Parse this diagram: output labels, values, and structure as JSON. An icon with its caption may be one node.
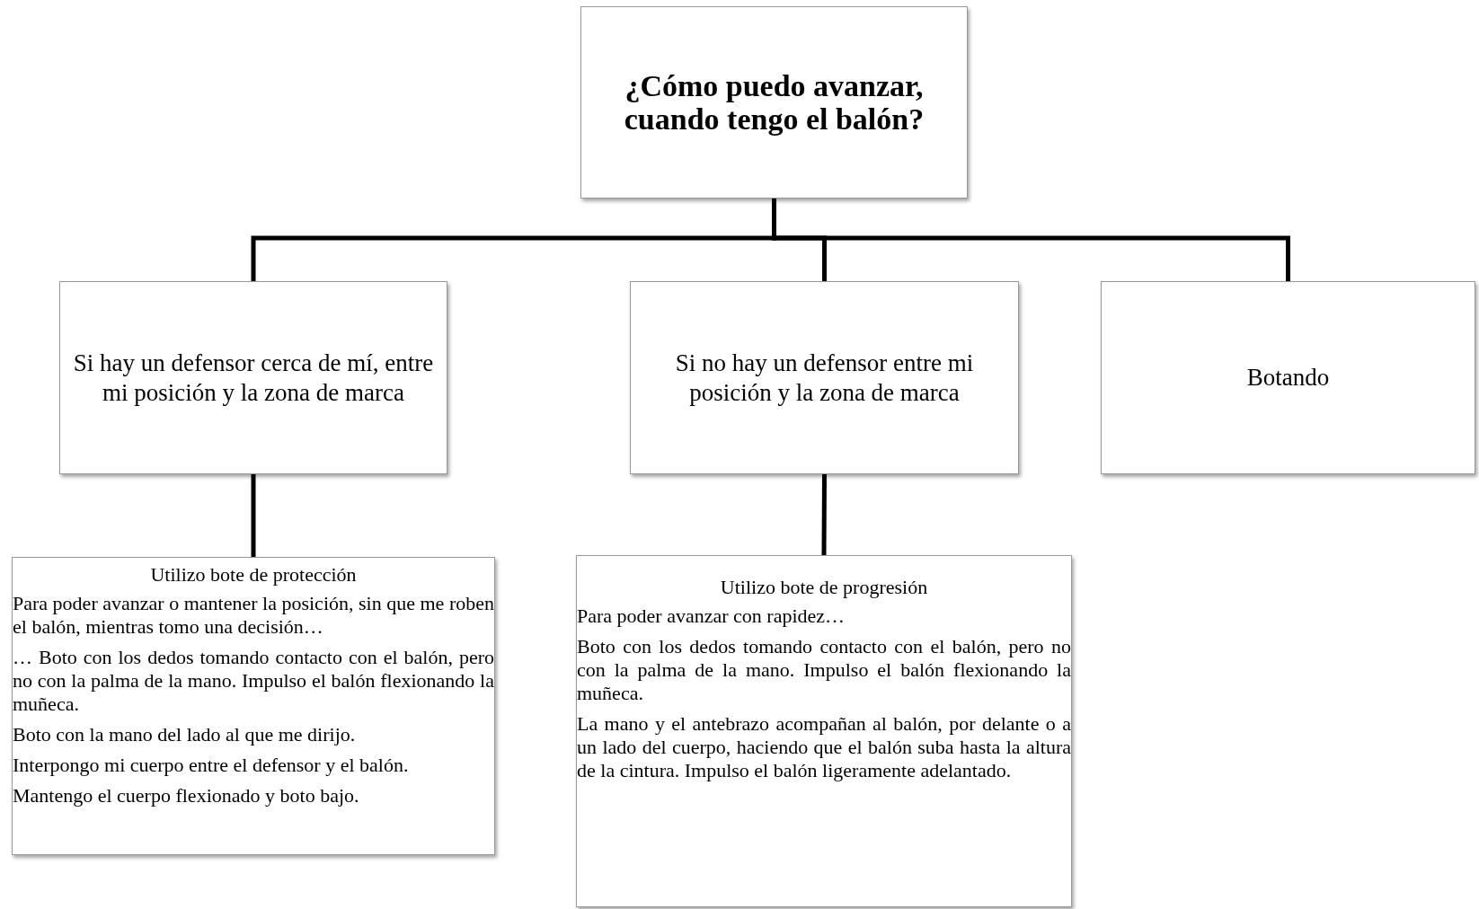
{
  "diagram": {
    "nodes": [
      {
        "text": [
          "¿Cómo puedo avanzar, cuando tengo el balón?"
        ]
      },
      {
        "text": [
          "Si hay un defensor cerca de mí, entre mi posición y la zona de marca"
        ]
      },
      {
        "text": [
          "Si no hay un defensor entre mi posición y la zona de marca"
        ]
      },
      {
        "text": [
          "Botando"
        ]
      },
      {
        "text": [
          "Utilizo bote de protección",
          "Para poder avanzar o mantener la posición, sin que me roben el balón, mientras tomo una decisión…",
          "… Boto con los dedos tomando contacto con el balón, pero no con la palma de la mano. Impulso el balón flexionando la muñeca.",
          "Boto con la mano del lado al que me dirijo.",
          "Interpongo mi cuerpo entre el defensor y el balón.",
          "Mantengo el cuerpo flexionado y boto bajo."
        ]
      },
      {
        "text": [
          "Utilizo bote de progresión",
          "Para poder avanzar con rapidez…",
          "Boto con los dedos tomando contacto con el balón, pero no con la palma de la mano. Impulso el balón flexionando la muñeca.",
          "La mano y el antebrazo acompañan al balón, por delante o a un lado del cuerpo, haciendo que el balón suba hasta la altura de la cintura. Impulso el balón ligeramente adelantado."
        ]
      }
    ],
    "edges": [
      {
        "from": 0,
        "to": 1,
        "arrow": "none"
      },
      {
        "from": 0,
        "to": 2,
        "arrow": "none"
      },
      {
        "from": 0,
        "to": 3,
        "arrow": "none"
      },
      {
        "from": 1,
        "to": 4,
        "arrow": "none"
      },
      {
        "from": 2,
        "to": 5,
        "arrow": "none"
      }
    ]
  }
}
